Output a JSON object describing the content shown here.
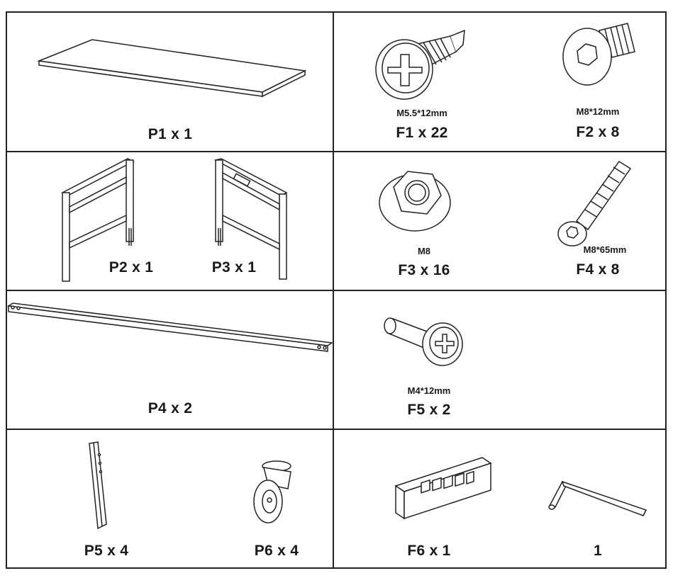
{
  "parts": [
    {
      "id": "P1",
      "label": "P1  x 1"
    },
    {
      "id": "P2",
      "label": "P2  x 1"
    },
    {
      "id": "P3",
      "label": "P3  x 1"
    },
    {
      "id": "P4",
      "label": "P4   x 2"
    },
    {
      "id": "P5",
      "label": "P5   x 4"
    },
    {
      "id": "P6",
      "label": "P6  x 4"
    }
  ],
  "fasteners": [
    {
      "id": "F1",
      "label": "F1 x 22",
      "spec": "M5.5*12mm"
    },
    {
      "id": "F2",
      "label": "F2 x 8",
      "spec": "M8*12mm"
    },
    {
      "id": "F3",
      "label": "F3 x 16",
      "spec": "M8"
    },
    {
      "id": "F4",
      "label": "F4 x 8",
      "spec": "M8*65mm"
    },
    {
      "id": "F5",
      "label": "F5 x 2",
      "spec": "M4*12mm"
    },
    {
      "id": "F6",
      "label": "F6 x 1"
    }
  ],
  "tool": {
    "label": "1",
    "icon": "hex-key-icon"
  }
}
